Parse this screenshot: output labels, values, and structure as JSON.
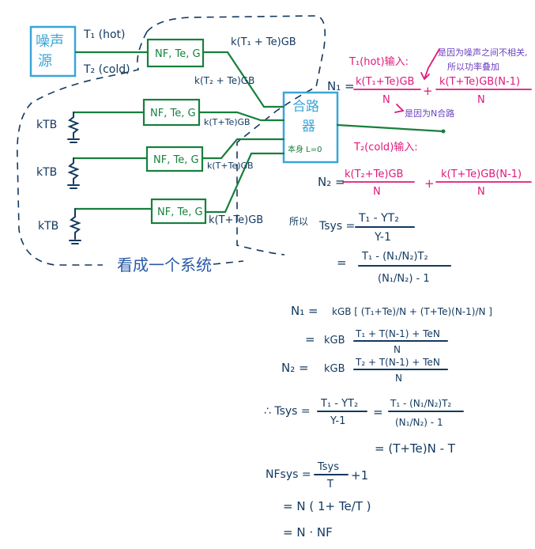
{
  "source": {
    "line1": "噪声",
    "line2": "源",
    "hot_label": "T₁ (hot)",
    "cold_label": "T₂ (cold)"
  },
  "amp_label": "NF, Te, G",
  "combiner": {
    "line1": "合路",
    "line2": "器",
    "loss": "本身 L=0"
  },
  "signals": {
    "top_out": "k(T₁ + Te)GB",
    "second_out": "k(T₂ + Te)GB",
    "branch_out": "k(T+Te)GB",
    "last_out": "k(T+Te)GB"
  },
  "ktb_label": "kTB",
  "system_note": "看成一个系统",
  "notes": {
    "hot_input": "T₁(hot)输入:",
    "cold_input": "T₂(cold)输入:",
    "uncorrelated": "是因为噪声之间不相关,",
    "power_add": "所以功率叠加",
    "n_combiner": "是因为N合路"
  },
  "pink_eq": {
    "n1_lhs": "N₁ =",
    "n1_t1_num": "k(T₁+Te)GB",
    "n1_t1_den": "N",
    "n1_t2_num": "k(T+Te)GB(N-1)",
    "n1_t2_den": "N",
    "n2_lhs": "N₂ =",
    "n2_t1_num": "k(T₂+Te)GB",
    "n2_t1_den": "N",
    "n2_t2_num": "k(T+Te)GB(N-1)",
    "n2_t2_den": "N",
    "plus": "+"
  },
  "derivation": {
    "so": "所以",
    "tsys_lhs": "Tsys =",
    "tsys_num": "T₁ - YT₂",
    "tsys_den": "Y-1",
    "eq2_lhs": "=",
    "eq2_num": "T₁ - (N₁/N₂)T₂",
    "eq2_den": "(N₁/N₂) - 1",
    "n1b_lhs": "N₁ =",
    "n1b_rhs": "kGB [ (T₁+Te)/N + (T+Te)(N-1)/N ]",
    "n1c_lhs": "=",
    "n1c_rhs": "kGB",
    "n1c_num": "T₁ + T(N-1) + TeN",
    "n1c_den": "N",
    "n2b_lhs": "N₂ =",
    "n2b_rhs": "kGB",
    "n2b_num": "T₂ + T(N-1) + TeN",
    "n2b_den": "N",
    "therefore_lhs": "∴ Tsys =",
    "therefore_num": "T₁ - YT₂",
    "therefore_den": "Y-1",
    "therefore_mid": "=",
    "therefore_num2": "T₁ - (N₁/N₂)T₂",
    "therefore_den2": "(N₁/N₂) - 1",
    "result": "= (T+Te)N - T",
    "nf_lhs": "NFsys =",
    "nf_num": "Tsys",
    "nf_den": "T",
    "nf_plus": "+1",
    "nf_eq2": "= N ( 1+ Te/T )",
    "nf_eq3": "= N · NF"
  }
}
